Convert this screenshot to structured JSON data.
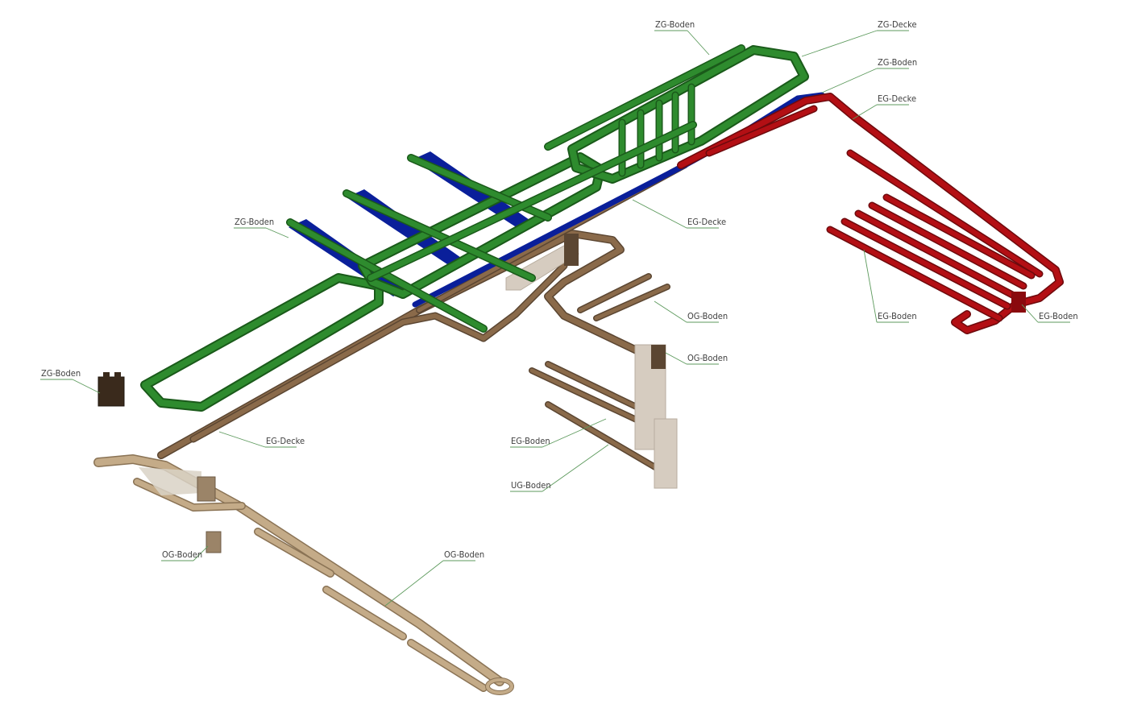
{
  "colors": {
    "zg_decke": "#2e8b2e",
    "zg_boden": "#0a1f9a",
    "eg_decke": "#8a6a4a",
    "eg_boden": "#b30f14",
    "og_boden": "#c4ab88",
    "block": "#d6ccc0",
    "dark_block": "#5b4632",
    "leader": "#5d9a5d"
  },
  "labels": [
    {
      "id": "zg-boden-top",
      "text": "ZG-Boden"
    },
    {
      "id": "zg-decke-top",
      "text": "ZG-Decke"
    },
    {
      "id": "zg-boden-blue",
      "text": "ZG-Boden"
    },
    {
      "id": "eg-decke-red",
      "text": "EG-Decke"
    },
    {
      "id": "eg-decke-mid",
      "text": "EG-Decke"
    },
    {
      "id": "zg-boden-left",
      "text": "ZG-Boden"
    },
    {
      "id": "og-boden-right1",
      "text": "OG-Boden"
    },
    {
      "id": "og-boden-right2",
      "text": "OG-Boden"
    },
    {
      "id": "eg-boden-red",
      "text": "EG-Boden"
    },
    {
      "id": "eg-boden-red2",
      "text": "EG-Boden"
    },
    {
      "id": "zg-boden-block",
      "text": "ZG-Boden"
    },
    {
      "id": "eg-decke-low",
      "text": "EG-Decke"
    },
    {
      "id": "eg-boden-mid",
      "text": "EG-Boden"
    },
    {
      "id": "ug-boden",
      "text": "UG-Boden"
    },
    {
      "id": "og-boden-low1",
      "text": "OG-Boden"
    },
    {
      "id": "og-boden-low2",
      "text": "OG-Boden"
    }
  ]
}
